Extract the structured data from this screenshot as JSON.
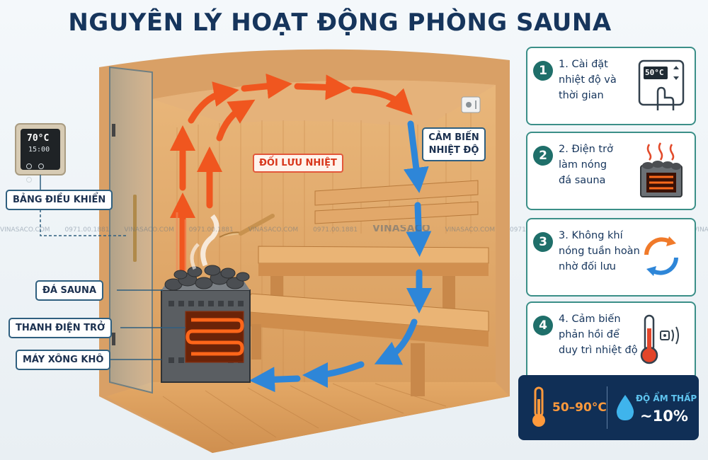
{
  "title": "NGUYÊN LÝ HOẠT ĐỘNG PHÒNG SAUNA",
  "controller": {
    "temp_display": "70°C",
    "time_display": "15:00"
  },
  "labels": {
    "control_panel": "BẢNG ĐIỀU KHIỂN",
    "sauna_stones": "ĐÁ SAUNA",
    "heating_element": "THANH ĐIỆN TRỞ",
    "heater": "MÁY XÔNG KHÔ",
    "convection": "ĐỐI LƯU NHIỆT",
    "sensor_line1": "CẢM BIẾN",
    "sensor_line2": "NHIỆT ĐỘ"
  },
  "steps": [
    {
      "num": "1",
      "lines": [
        "1. Cài đặt",
        "nhiệt độ và",
        "thời gian"
      ],
      "icon": "thermostat-touch-icon",
      "icon_text": "50°C"
    },
    {
      "num": "2",
      "lines": [
        "2. Điện trở",
        "làm nóng",
        "đá sauna"
      ],
      "icon": "sauna-heater-icon"
    },
    {
      "num": "3",
      "lines": [
        "3. Không khí",
        "nóng tuần hoàn",
        "nhờ đối lưu"
      ],
      "icon": "circulation-arrows-icon"
    },
    {
      "num": "4",
      "lines": [
        "4. Cảm biến",
        "phản hồi để",
        "duy trì nhiệt độ"
      ],
      "icon": "thermometer-sensor-icon"
    }
  ],
  "summary": {
    "temp_range": "50–90°C",
    "humidity_label": "ĐỘ ẨM THẤP",
    "humidity_value": "~10%"
  },
  "watermark": {
    "site": "VINASACO.COM",
    "phone": "0971.00.1881",
    "brand": "VINASACO"
  },
  "colors": {
    "title": "#16355c",
    "hot_arrow": "#f0561f",
    "cool_arrow": "#2e86d8",
    "step_border": "#3b8f88",
    "summary_bg": "#102f56"
  }
}
